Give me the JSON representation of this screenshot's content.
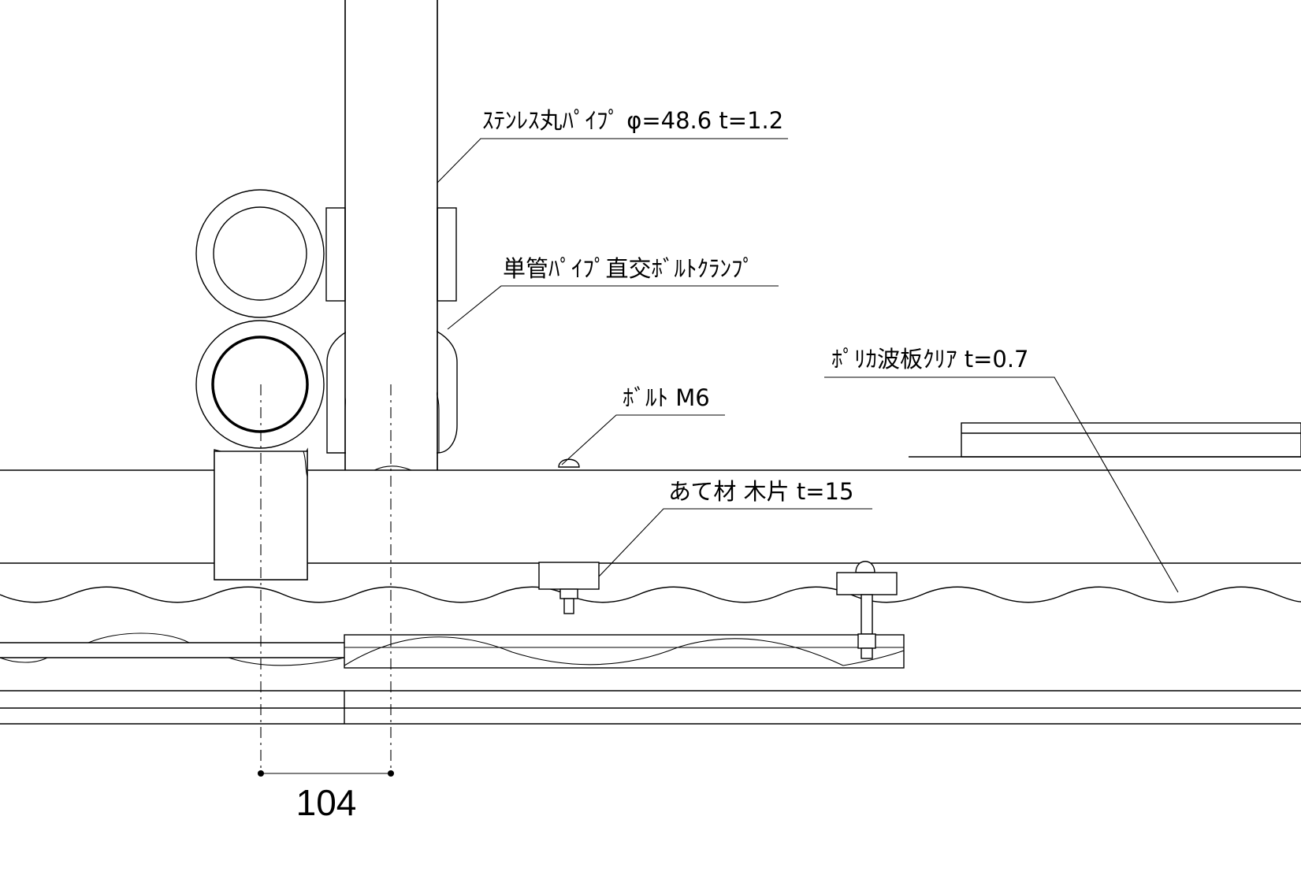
{
  "labels": {
    "pipe": "ｽﾃﾝﾚｽ丸ﾊﾟｲﾌﾟ φ=48.6 t=1.2",
    "clamp": "単管ﾊﾟｲﾌﾟ直交ﾎﾞﾙﾄｸﾗﾝﾌﾟ",
    "bolt": "ﾎﾞﾙﾄ M6",
    "sheet": "ﾎﾟﾘｶ波板ｸﾘｱ t=0.7",
    "wood": "あて材 木片 t=15"
  },
  "dimension": {
    "value": "104"
  }
}
